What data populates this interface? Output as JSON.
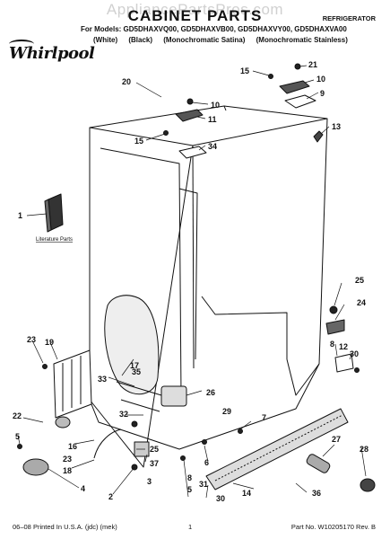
{
  "header": {
    "watermark": "AppliancePartsPros.com",
    "title": "CABINET PARTS",
    "category": "REFRIGERATOR",
    "models_line": "For Models: GD5DHAXVQ00, GD5DHAXVB00, GD5DHAXVY00, GD5DHAXVA00",
    "variants": [
      "(White)",
      "(Black)",
      "(Monochromatic Satina)",
      "(Monochromatic Stainless)"
    ],
    "brand": "Whirlpool"
  },
  "diagram": {
    "literature_label": "Literature Parts",
    "callouts": [
      "20",
      "15",
      "21",
      "10",
      "9",
      "10",
      "11",
      "13",
      "15",
      "34",
      "1",
      "25",
      "24",
      "17",
      "23",
      "19",
      "8",
      "12",
      "30",
      "35",
      "26",
      "33",
      "32",
      "22",
      "29",
      "7",
      "5",
      "16",
      "25",
      "37",
      "23",
      "18",
      "6",
      "27",
      "28",
      "4",
      "3",
      "31",
      "2",
      "8",
      "5",
      "14",
      "36",
      "30"
    ]
  },
  "footer": {
    "left": "06–08 Printed In U.S.A. (jdc) (mek)",
    "page": "1",
    "right": "Part No. W10205170 Rev. B"
  },
  "colors": {
    "ink": "#111111",
    "background": "#ffffff",
    "watermark": "#9a9a9a"
  }
}
